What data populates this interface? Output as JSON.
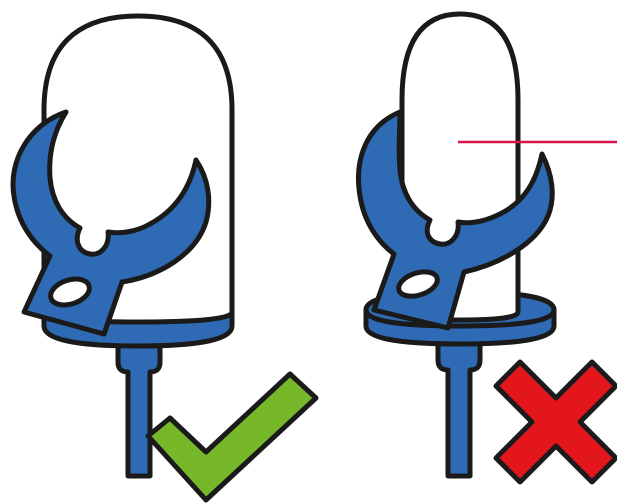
{
  "colors": {
    "background": "#ffffff",
    "outline": "#1a1a1a",
    "led_body": "#ffffff",
    "holder_blue": "#2e6bb4",
    "lead_blue": "#2e6bb4",
    "check_green": "#77b82a",
    "cross_red": "#e3161b",
    "callout_line": "#d6154a"
  },
  "panels": [
    {
      "id": "correct",
      "status": "correct",
      "indicator_icon": "check-mark-icon"
    },
    {
      "id": "incorrect",
      "status": "incorrect",
      "indicator_icon": "cross-mark-icon"
    }
  ]
}
